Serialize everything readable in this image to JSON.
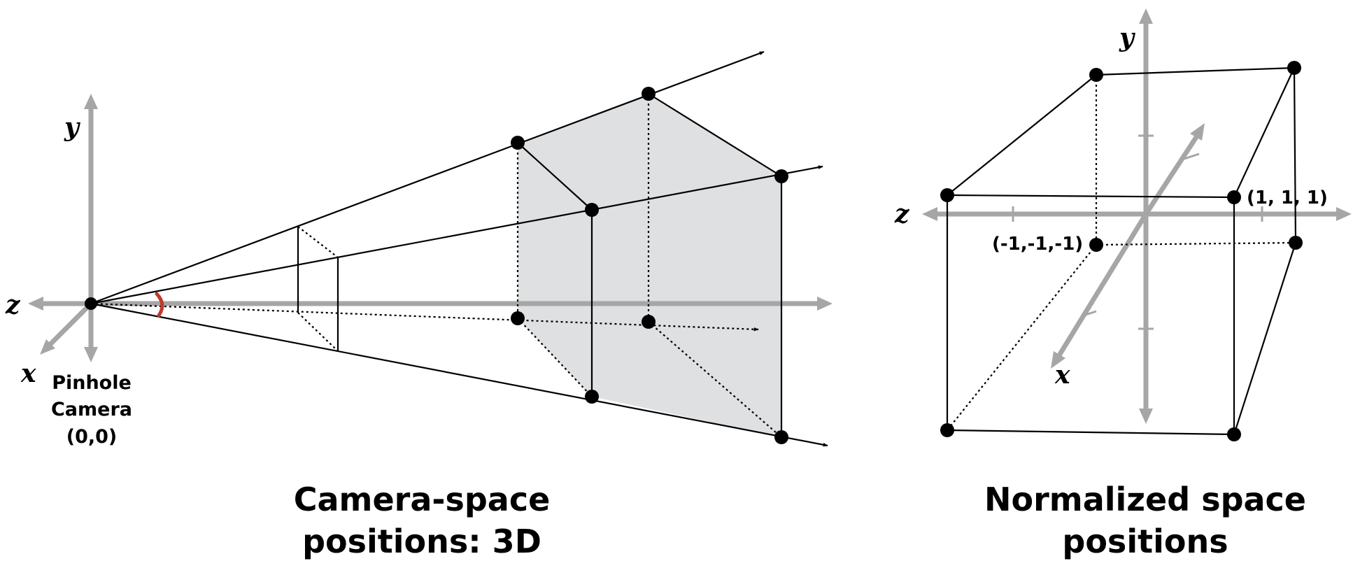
{
  "left_panel": {
    "axis_labels": {
      "y": "y",
      "z": "z",
      "x": "x"
    },
    "camera_label": [
      "Pinhole",
      "Camera",
      "(0,0)"
    ],
    "caption": [
      "Camera-space",
      "positions: 3D"
    ]
  },
  "right_panel": {
    "axis_labels": {
      "y": "y",
      "z": "z",
      "x": "x"
    },
    "corner_label_max": "(1, 1, 1)",
    "corner_label_min": "(-1,-1,-1)",
    "caption": [
      "Normalized space",
      "positions"
    ]
  },
  "colors": {
    "axis": "#a6a6a6",
    "frustum_fill": "#dfe0e2",
    "angle_arc": "#c0392b",
    "line": "#000000"
  }
}
